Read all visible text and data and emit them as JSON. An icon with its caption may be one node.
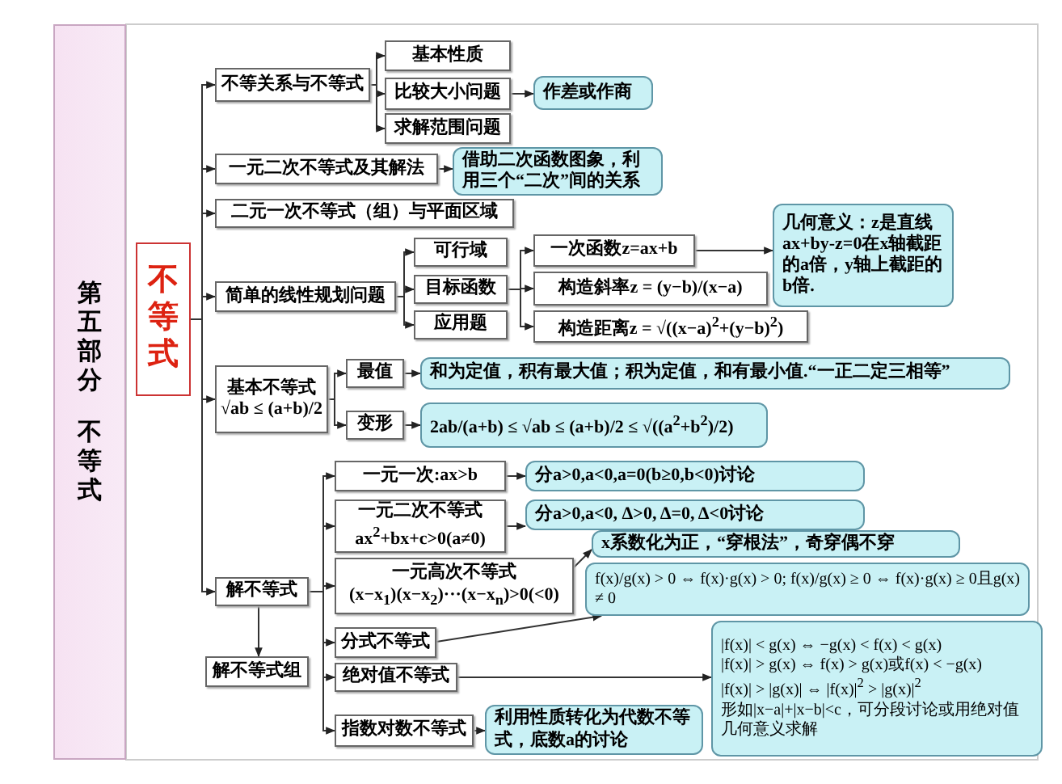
{
  "diagram": {
    "nodes": [
      {
        "text": [
          "第五部分",
          "不等式"
        ]
      },
      {
        "text": [
          "不等式"
        ]
      },
      {
        "text": [
          "不等关系与不等式"
        ]
      },
      {
        "text": [
          "基本性质"
        ]
      },
      {
        "text": [
          "比较大小问题"
        ]
      },
      {
        "text": [
          "求解范围问题"
        ]
      },
      {
        "text": [
          "作差或作商"
        ]
      },
      {
        "text": [
          "一元二次不等式及其解法"
        ]
      },
      {
        "text": [
          "借助二次函数图象，利用三个“二次”间的关系"
        ]
      },
      {
        "text": [
          "二元一次不等式（组）与平面区域"
        ]
      },
      {
        "text": [
          "简单的线性规划问题"
        ]
      },
      {
        "text": [
          "可行域"
        ]
      },
      {
        "text": [
          "目标函数"
        ]
      },
      {
        "text": [
          "应用题"
        ]
      },
      {
        "text": [
          "一次函数z=ax+b"
        ]
      },
      {
        "text": [
          "构造斜率z = (y−b)/(x−a)"
        ]
      },
      {
        "text": [
          "构造距离z = √((x−a)$^{2}$+(y−b)$^{2}$)"
        ]
      },
      {
        "text": [
          "几何意义：z是直线ax+by-z=0在x轴截距的a倍，y轴上截距的b倍."
        ]
      },
      {
        "text": [
          "基本不等式",
          "√ab ≤ (a+b)/2"
        ]
      },
      {
        "text": [
          "最值"
        ]
      },
      {
        "text": [
          "和为定值，积有最大值；积为定值，和有最小值.“一正二定三相等”"
        ]
      },
      {
        "text": [
          "变形"
        ]
      },
      {
        "text": [
          "2ab/(a+b) ≤ √ab ≤ (a+b)/2 ≤ √((a$^{2}$+b$^{2}$)/2)"
        ]
      },
      {
        "text": [
          "解不等式"
        ]
      },
      {
        "text": [
          "解不等式组"
        ]
      },
      {
        "text": [
          "一元一次:ax>b"
        ]
      },
      {
        "text": [
          "分a>0,a<0,a=0(b≥0,b<0)讨论"
        ]
      },
      {
        "text": [
          "一元二次不等式",
          "ax$^{2}$+bx+c>0(a≠0)"
        ]
      },
      {
        "text": [
          "分a>0,a<0, Δ>0, Δ=0, Δ<0讨论"
        ]
      },
      {
        "text": [
          "一元高次不等式",
          "(x−x$_{1}$)(x−x$_{2}$)···(x−x$_{n}$)>0(<0)"
        ]
      },
      {
        "text": [
          "x系数化为正，“穿根法”，奇穿偶不穿"
        ]
      },
      {
        "text": [
          "f(x)/g(x) > 0 ⇔ f(x)·g(x) > 0; f(x)/g(x) ≥ 0 ⇔ f(x)·g(x) ≥ 0且g(x) ≠ 0"
        ]
      },
      {
        "text": [
          "分式不等式"
        ]
      },
      {
        "text": [
          "绝对值不等式"
        ]
      },
      {
        "text": [
          "指数对数不等式"
        ]
      },
      {
        "text": [
          "利用性质转化为代数不等式，底数a的讨论"
        ]
      },
      {
        "text": [
          "|f(x)| < g(x) ⇔ −g(x) < f(x) < g(x)",
          "|f(x)| > g(x) ⇔ f(x) > g(x)或f(x) < −g(x)",
          "|f(x)| > |g(x)| ⇔ |f(x)|$^{2}$ > |g(x)|$^{2}$",
          "形如|x−a|+|x−b|<c，可分段讨论或用绝对值几何意义求解"
        ]
      }
    ],
    "edges": [
      {
        "from": 1,
        "to": 2,
        "arrow": "to"
      },
      {
        "from": 1,
        "to": 7,
        "arrow": "to"
      },
      {
        "from": 1,
        "to": 9,
        "arrow": "to"
      },
      {
        "from": 1,
        "to": 10,
        "arrow": "to"
      },
      {
        "from": 1,
        "to": 18,
        "arrow": "to"
      },
      {
        "from": 1,
        "to": 23,
        "arrow": "to"
      },
      {
        "from": 2,
        "to": 3,
        "arrow": "to"
      },
      {
        "from": 2,
        "to": 4,
        "arrow": "to"
      },
      {
        "from": 2,
        "to": 5,
        "arrow": "to"
      },
      {
        "from": 4,
        "to": 6,
        "arrow": "to"
      },
      {
        "from": 7,
        "to": 8,
        "arrow": "to"
      },
      {
        "from": 10,
        "to": 11,
        "arrow": "to"
      },
      {
        "from": 10,
        "to": 12,
        "arrow": "to"
      },
      {
        "from": 10,
        "to": 13,
        "arrow": "to"
      },
      {
        "from": 12,
        "to": 14,
        "arrow": "to"
      },
      {
        "from": 12,
        "to": 15,
        "arrow": "to"
      },
      {
        "from": 12,
        "to": 16,
        "arrow": "to"
      },
      {
        "from": 14,
        "to": 17,
        "arrow": "to"
      },
      {
        "from": 18,
        "to": 19,
        "arrow": "to"
      },
      {
        "from": 18,
        "to": 21,
        "arrow": "to"
      },
      {
        "from": 19,
        "to": 20,
        "arrow": "to"
      },
      {
        "from": 21,
        "to": 22,
        "arrow": "to"
      },
      {
        "from": 23,
        "to": 24,
        "arrow": "to"
      },
      {
        "from": 23,
        "to": 25,
        "arrow": "to"
      },
      {
        "from": 23,
        "to": 27,
        "arrow": "to"
      },
      {
        "from": 23,
        "to": 29,
        "arrow": "to"
      },
      {
        "from": 23,
        "to": 32,
        "arrow": "to"
      },
      {
        "from": 23,
        "to": 33,
        "arrow": "to"
      },
      {
        "from": 23,
        "to": 34,
        "arrow": "to"
      },
      {
        "from": 25,
        "to": 26,
        "arrow": "to"
      },
      {
        "from": 27,
        "to": 28,
        "arrow": "to"
      },
      {
        "from": 29,
        "to": 30,
        "arrow": "to"
      },
      {
        "from": 32,
        "to": 31,
        "arrow": "to"
      },
      {
        "from": 33,
        "to": 36,
        "arrow": "to"
      },
      {
        "from": 34,
        "to": 35,
        "arrow": "to"
      }
    ]
  }
}
